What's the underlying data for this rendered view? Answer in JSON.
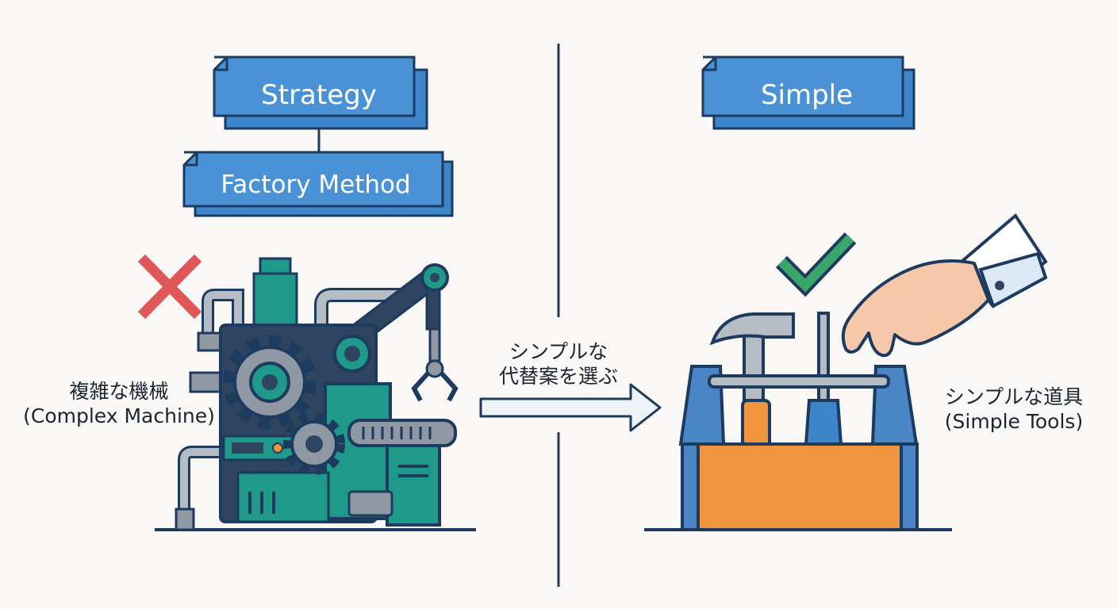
{
  "left": {
    "strategy_label": "Strategy",
    "factory_label": "Factory Method",
    "machine_label_ja": "複雑な機械",
    "machine_label_en": "(Complex Machine)",
    "status_icon": "x-mark-icon"
  },
  "middle": {
    "arrow_label_line1": "シンプルな",
    "arrow_label_line2": "代替案を選ぶ"
  },
  "right": {
    "simple_label": "Simple",
    "tools_label_ja": "シンプルな道具",
    "tools_label_en": "(Simple Tools)",
    "status_icon": "check-mark-icon"
  },
  "colors": {
    "box_blue": "#3e86cc",
    "box_border": "#1d3a5f",
    "machine_dark": "#2f4461",
    "machine_teal": "#1f9a8a",
    "gear_gray": "#8f98a3",
    "x_red": "#e0575a",
    "check_green": "#3aa66a",
    "toolbox_orange": "#f0953e",
    "toolbox_blue": "#4a86c5"
  }
}
